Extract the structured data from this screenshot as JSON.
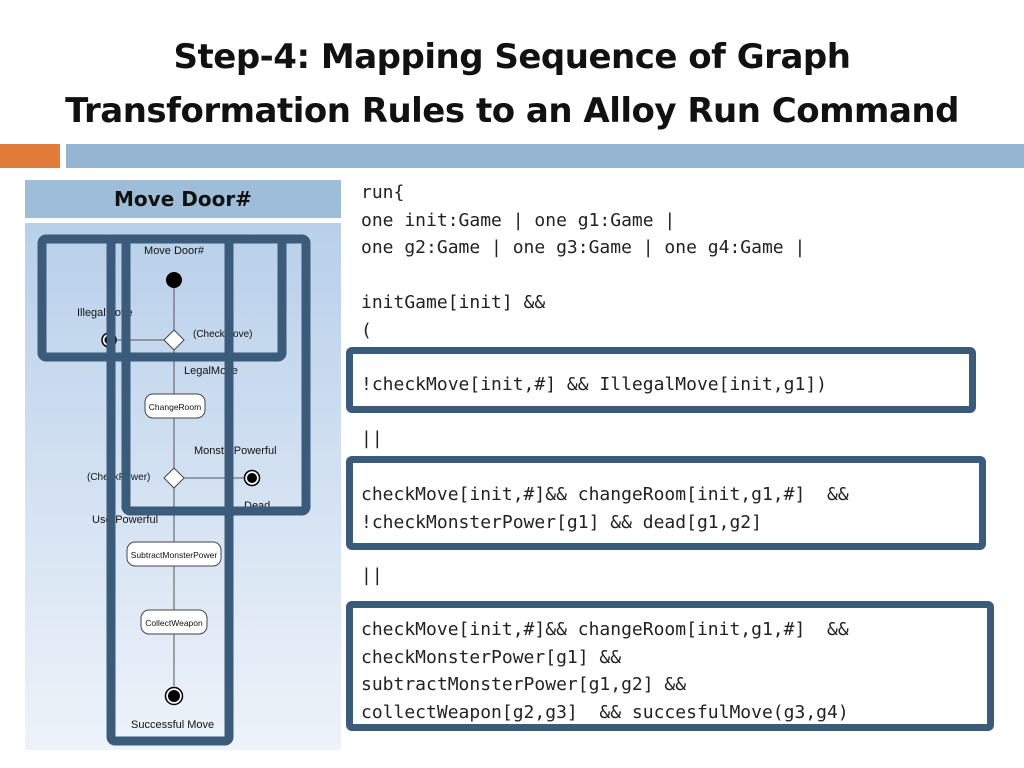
{
  "slide": {
    "title_line1": "Step-4: Mapping Sequence of Graph",
    "title_line2": "Transformation Rules to an Alloy Run Command"
  },
  "diagram": {
    "header": "Move Door#",
    "node_title": "Move Door#",
    "illegal_move": "IllegalMove",
    "check_move": "(CheckMove)",
    "legal_move": "LegalMove",
    "change_room": "ChangeRoom",
    "monster_powerful": "MonsterPowerful",
    "check_power": "(CheckPower)",
    "dead": "Dead",
    "user_powerful": "UserPowerful",
    "subtract_monster_power": "SubtractMonsterPower",
    "collect_weapon": "CollectWeapon",
    "successful_move": "Successful Move"
  },
  "code": {
    "line1": "run{",
    "line2": "one init:Game | one g1:Game |",
    "line3": "one g2:Game | one g3:Game | one g4:Game |",
    "line4": "initGame[init] &&",
    "line5": "(",
    "box1_line1": "!checkMove[init,#] && IllegalMove[init,g1])",
    "or1": "||",
    "box2_line1": "checkMove[init,#]&& changeRoom[init,g1,#]  &&",
    "box2_line2": "!checkMonsterPower[g1] && dead[g1,g2]",
    "or2": "||",
    "box3_line1": "checkMove[init,#]&& changeRoom[init,g1,#]  &&",
    "box3_line2": "checkMonsterPower[g1] &&",
    "box3_line3": "subtractMonsterPower[g1,g2] &&",
    "box3_line4": "collectWeapon[g2,g3]  && succesfulMove(g3,g4)"
  },
  "colors": {
    "accent_orange": "#e07b39",
    "accent_blue": "#94b6d2",
    "highlight_border": "#3b5b7b"
  }
}
